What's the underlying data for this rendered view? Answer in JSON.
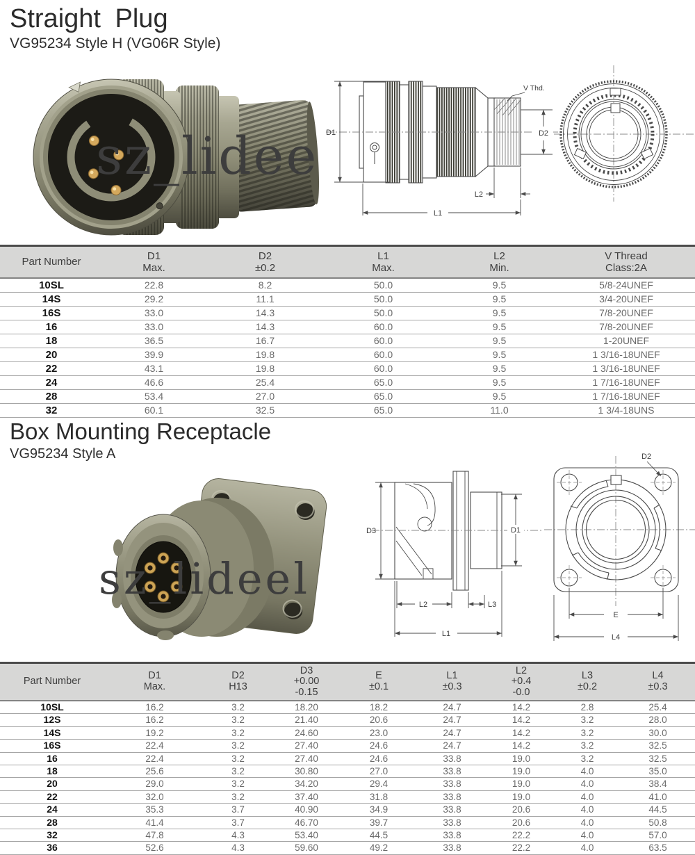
{
  "plug": {
    "title": "Straight Plug",
    "subtitle": "VG95234 Style H (VG06R Style)",
    "watermark": "sz_lideel",
    "drawing": {
      "d1": "D1",
      "d2": "D2",
      "l1": "L1",
      "l2": "L2",
      "v_thd": "V Thd."
    },
    "table": {
      "headers": [
        "Part Number",
        "D1\nMax.",
        "D2\n±0.2",
        "L1\nMax.",
        "L2\nMin.",
        "V Thread\nClass:2A"
      ],
      "rows": [
        [
          "10SL",
          "22.8",
          "8.2",
          "50.0",
          "9.5",
          "5/8-24UNEF"
        ],
        [
          "14S",
          "29.2",
          "11.1",
          "50.0",
          "9.5",
          "3/4-20UNEF"
        ],
        [
          "16S",
          "33.0",
          "14.3",
          "50.0",
          "9.5",
          "7/8-20UNEF"
        ],
        [
          "16",
          "33.0",
          "14.3",
          "60.0",
          "9.5",
          "7/8-20UNEF"
        ],
        [
          "18",
          "36.5",
          "16.7",
          "60.0",
          "9.5",
          "1-20UNEF"
        ],
        [
          "20",
          "39.9",
          "19.8",
          "60.0",
          "9.5",
          "1 3/16-18UNEF"
        ],
        [
          "22",
          "43.1",
          "19.8",
          "60.0",
          "9.5",
          "1 3/16-18UNEF"
        ],
        [
          "24",
          "46.6",
          "25.4",
          "65.0",
          "9.5",
          "1 7/16-18UNEF"
        ],
        [
          "28",
          "53.4",
          "27.0",
          "65.0",
          "9.5",
          "1 7/16-18UNEF"
        ],
        [
          "32",
          "60.1",
          "32.5",
          "65.0",
          "11.0",
          "1 3/4-18UNS"
        ]
      ]
    }
  },
  "receptacle": {
    "title": "Box Mounting Receptacle",
    "subtitle": "VG95234 Style A",
    "watermark": "sz_lideel",
    "drawing": {
      "d1": "D1",
      "d2": "D2",
      "d3": "D3",
      "e": "E",
      "l1": "L1",
      "l2": "L2",
      "l3": "L3",
      "l4": "L4"
    },
    "table": {
      "headers": [
        "Part Number",
        "D1\nMax.",
        "D2\nH13",
        "D3\n+0.00\n-0.15",
        "E\n±0.1",
        "L1\n±0.3",
        "L2\n+0.4\n-0.0",
        "L3\n±0.2",
        "L4\n±0.3"
      ],
      "rows": [
        [
          "10SL",
          "16.2",
          "3.2",
          "18.20",
          "18.2",
          "24.7",
          "14.2",
          "2.8",
          "25.4"
        ],
        [
          "12S",
          "16.2",
          "3.2",
          "21.40",
          "20.6",
          "24.7",
          "14.2",
          "3.2",
          "28.0"
        ],
        [
          "14S",
          "19.2",
          "3.2",
          "24.60",
          "23.0",
          "24.7",
          "14.2",
          "3.2",
          "30.0"
        ],
        [
          "16S",
          "22.4",
          "3.2",
          "27.40",
          "24.6",
          "24.7",
          "14.2",
          "3.2",
          "32.5"
        ],
        [
          "16",
          "22.4",
          "3.2",
          "27.40",
          "24.6",
          "33.8",
          "19.0",
          "3.2",
          "32.5"
        ],
        [
          "18",
          "25.6",
          "3.2",
          "30.80",
          "27.0",
          "33.8",
          "19.0",
          "4.0",
          "35.0"
        ],
        [
          "20",
          "29.0",
          "3.2",
          "34.20",
          "29.4",
          "33.8",
          "19.0",
          "4.0",
          "38.4"
        ],
        [
          "22",
          "32.0",
          "3.2",
          "37.40",
          "31.8",
          "33.8",
          "19.0",
          "4.0",
          "41.0"
        ],
        [
          "24",
          "35.3",
          "3.7",
          "40.90",
          "34.9",
          "33.8",
          "20.6",
          "4.0",
          "44.5"
        ],
        [
          "28",
          "41.4",
          "3.7",
          "46.70",
          "39.7",
          "33.8",
          "20.6",
          "4.0",
          "50.8"
        ],
        [
          "32",
          "47.8",
          "4.3",
          "53.40",
          "44.5",
          "33.8",
          "22.2",
          "4.0",
          "57.0"
        ],
        [
          "36",
          "52.6",
          "4.3",
          "59.60",
          "49.2",
          "33.8",
          "22.2",
          "4.0",
          "63.5"
        ]
      ]
    }
  }
}
